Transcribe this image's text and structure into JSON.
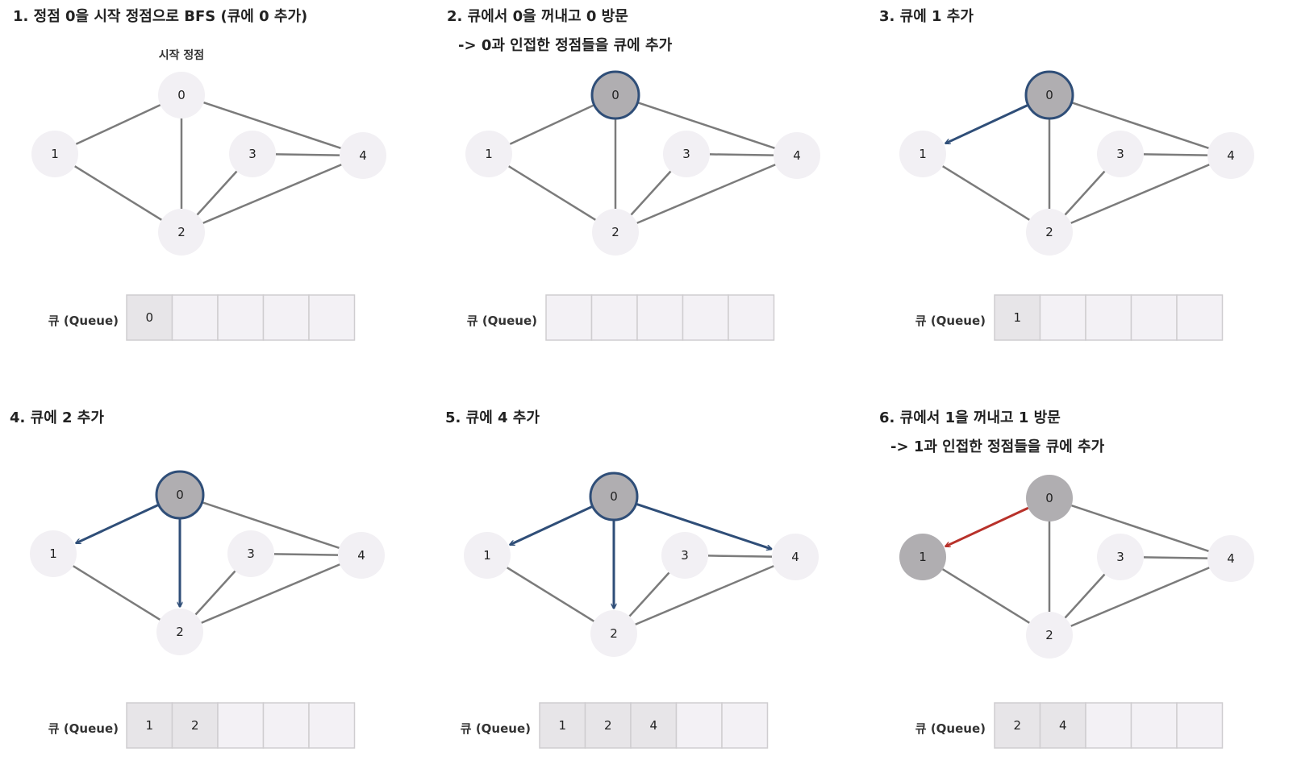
{
  "colors": {
    "node_default": "#f2f0f4",
    "node_visited": "#b0aeb1",
    "node_border": "#2f4e78",
    "edge": "#7b7b7b",
    "arrow": "#2f4e78",
    "arrow_highlight": "#b8312a",
    "queue_empty": "#f3f1f5",
    "queue_filled": "#e7e5e8",
    "queue_border": "#cfcdd0"
  },
  "panels": [
    {
      "title_lines": [
        "1. 정점 0을 시작 정점으로 BFS (큐에 0 추가)"
      ],
      "start_label": "시작 정점",
      "nodes": {
        "0": "default",
        "1": "default",
        "2": "default",
        "3": "default",
        "4": "default"
      },
      "arrows": [],
      "queue_label": "큐 (Queue)",
      "queue": [
        "0",
        "",
        "",
        "",
        ""
      ]
    },
    {
      "title_lines": [
        "2. 큐에서 0을 꺼내고 0 방문",
        "-> 0과 인접한 정점들을 큐에 추가"
      ],
      "nodes": {
        "0": "current",
        "1": "default",
        "2": "default",
        "3": "default",
        "4": "default"
      },
      "arrows": [],
      "queue_label": "큐 (Queue)",
      "queue": [
        "",
        "",
        "",
        "",
        ""
      ]
    },
    {
      "title_lines": [
        "3. 큐에 1 추가"
      ],
      "nodes": {
        "0": "current",
        "1": "default",
        "2": "default",
        "3": "default",
        "4": "default"
      },
      "arrows": [
        {
          "from": "0",
          "to": "1",
          "style": "normal"
        }
      ],
      "queue_label": "큐 (Queue)",
      "queue": [
        "1",
        "",
        "",
        "",
        ""
      ]
    },
    {
      "title_lines": [
        "4. 큐에 2 추가"
      ],
      "nodes": {
        "0": "current",
        "1": "default",
        "2": "default",
        "3": "default",
        "4": "default"
      },
      "arrows": [
        {
          "from": "0",
          "to": "1",
          "style": "normal"
        },
        {
          "from": "0",
          "to": "2",
          "style": "normal"
        }
      ],
      "queue_label": "큐 (Queue)",
      "queue": [
        "1",
        "2",
        "",
        "",
        ""
      ]
    },
    {
      "title_lines": [
        "5. 큐에 4 추가"
      ],
      "nodes": {
        "0": "current",
        "1": "default",
        "2": "default",
        "3": "default",
        "4": "default"
      },
      "arrows": [
        {
          "from": "0",
          "to": "1",
          "style": "normal"
        },
        {
          "from": "0",
          "to": "2",
          "style": "normal"
        },
        {
          "from": "0",
          "to": "4",
          "style": "normal"
        }
      ],
      "queue_label": "큐 (Queue)",
      "queue": [
        "1",
        "2",
        "4",
        "",
        ""
      ]
    },
    {
      "title_lines": [
        "6. 큐에서 1을 꺼내고 1 방문",
        "-> 1과 인접한 정점들을 큐에 추가"
      ],
      "nodes": {
        "0": "visited",
        "1": "visited",
        "2": "default",
        "3": "default",
        "4": "default"
      },
      "arrows": [
        {
          "from": "0",
          "to": "1",
          "style": "highlight"
        }
      ],
      "queue_label": "큐 (Queue)",
      "queue": [
        "2",
        "4",
        "",
        "",
        ""
      ]
    }
  ],
  "graph": {
    "node_labels": [
      "0",
      "1",
      "2",
      "3",
      "4"
    ],
    "edges": [
      [
        "0",
        "1"
      ],
      [
        "0",
        "2"
      ],
      [
        "0",
        "4"
      ],
      [
        "1",
        "2"
      ],
      [
        "2",
        "3"
      ],
      [
        "2",
        "4"
      ],
      [
        "3",
        "4"
      ]
    ]
  }
}
